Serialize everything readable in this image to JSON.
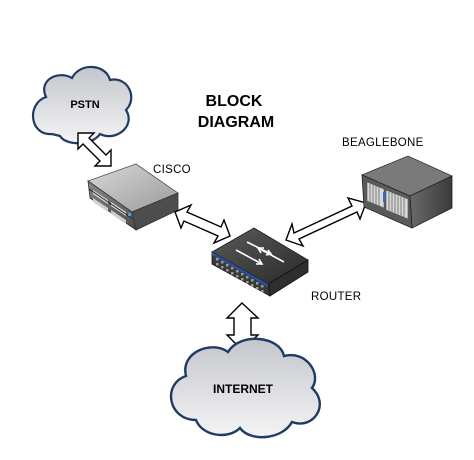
{
  "diagram": {
    "title_line1": "BLOCK",
    "title_line2": "DIAGRAM",
    "nodes": {
      "pstn": {
        "label": "PSTN",
        "shape": "cloud"
      },
      "cisco": {
        "label": "CISCO",
        "shape": "server"
      },
      "router": {
        "label": "ROUTER",
        "shape": "switch"
      },
      "beaglebone": {
        "label": "BEAGLEBONE",
        "shape": "server-tower"
      },
      "internet": {
        "label": "INTERNET",
        "shape": "cloud"
      }
    },
    "connections": [
      {
        "from": "PSTN",
        "to": "CISCO",
        "style": "double-arrow"
      },
      {
        "from": "CISCO",
        "to": "ROUTER",
        "style": "double-arrow"
      },
      {
        "from": "ROUTER",
        "to": "BEAGLEBONE",
        "style": "double-arrow"
      },
      {
        "from": "ROUTER",
        "to": "INTERNET",
        "style": "double-arrow"
      }
    ],
    "colors": {
      "cloud_fill_top": "#c9cbd0",
      "cloud_fill_bottom": "#f2f2f3",
      "cloud_stroke": "#1f3b63",
      "device_dark": "#2b2b2b",
      "device_mid": "#6e6e6e",
      "device_light": "#bdbdbd",
      "router_accent": "#2d4fa0",
      "arrow_fill": "#ffffff",
      "arrow_stroke": "#000000"
    }
  }
}
